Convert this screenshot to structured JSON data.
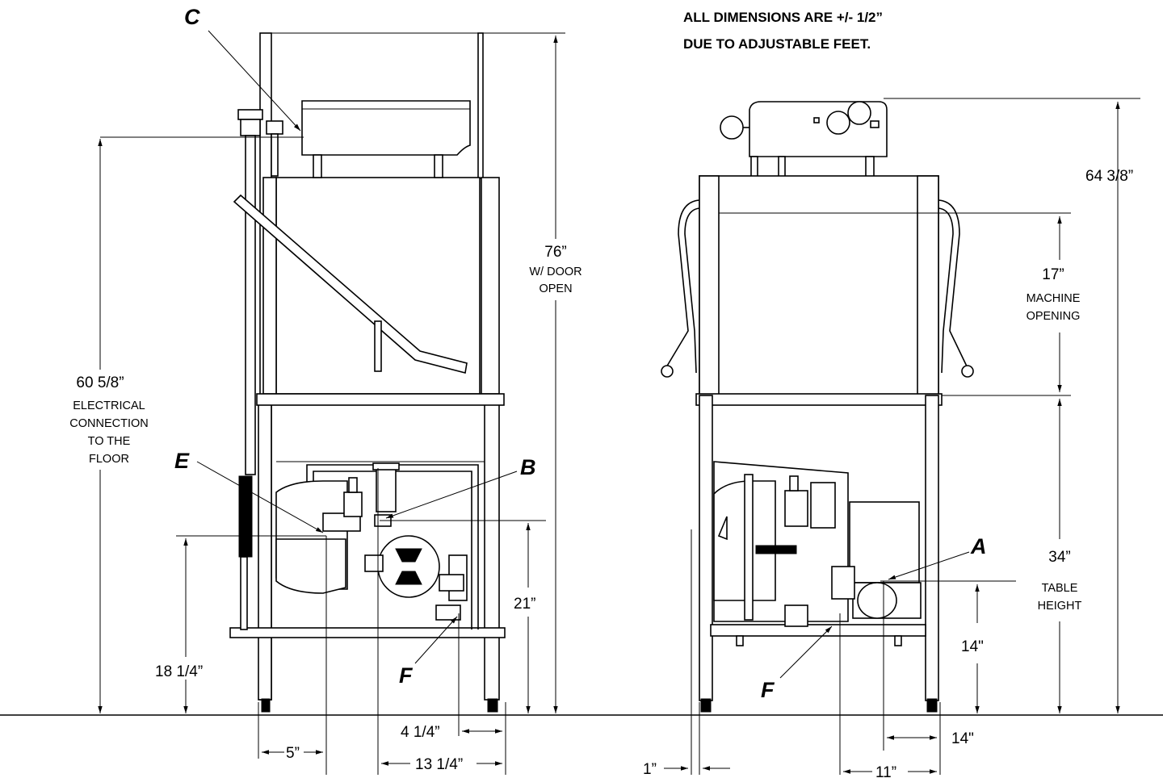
{
  "note": {
    "line1": "ALL DIMENSIONS ARE +/- 1/2”",
    "line2": "DUE TO ADJUSTABLE FEET."
  },
  "callouts": {
    "A": "A",
    "B": "B",
    "C": "C",
    "E": "E",
    "F_left": "F",
    "F_right": "F"
  },
  "left_view": {
    "height_door_open": "76”",
    "height_door_open_sub1": "W/ DOOR",
    "height_door_open_sub2": "OPEN",
    "electrical": "60 5/8”",
    "electrical_sub1": "ELECTRICAL",
    "electrical_sub2": "CONNECTION",
    "electrical_sub3": "TO THE",
    "electrical_sub4": "FLOOR",
    "dim_21": "21”",
    "dim_18": "18  1/4”",
    "dim_4": "4 1/4”",
    "dim_5": "5”",
    "dim_13": "13 1/4”"
  },
  "right_view": {
    "overall": "64 3/8”",
    "opening": "17”",
    "opening_sub1": "MACHINE",
    "opening_sub2": "OPENING",
    "table": "34”",
    "table_sub1": "TABLE",
    "table_sub2": "HEIGHT",
    "dim_14_v": "14\"",
    "dim_14_h": "14\"",
    "dim_1": "1”",
    "dim_11": "11”"
  }
}
